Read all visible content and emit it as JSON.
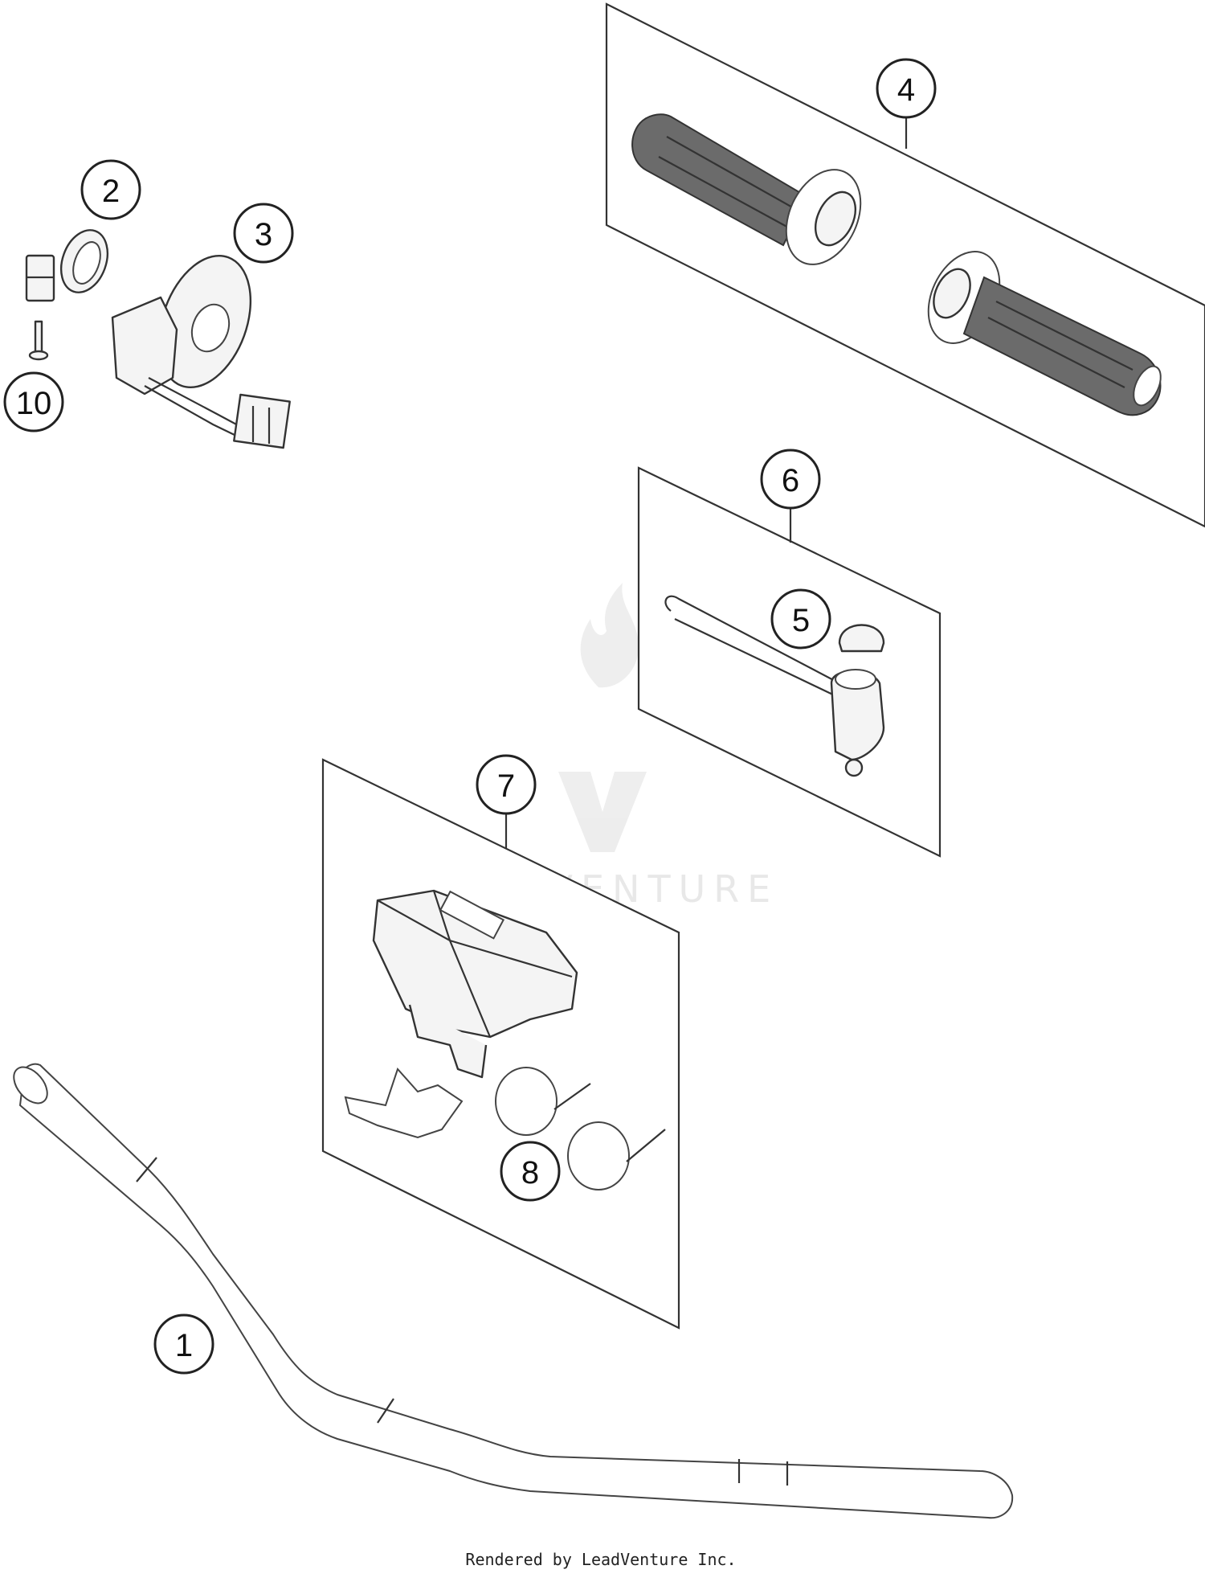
{
  "callouts": [
    {
      "id": "1",
      "label": "1"
    },
    {
      "id": "2",
      "label": "2"
    },
    {
      "id": "3",
      "label": "3"
    },
    {
      "id": "4",
      "label": "4"
    },
    {
      "id": "5",
      "label": "5"
    },
    {
      "id": "6",
      "label": "6"
    },
    {
      "id": "7",
      "label": "7"
    },
    {
      "id": "8",
      "label": "8"
    },
    {
      "id": "10",
      "label": "10"
    }
  ],
  "watermark": {
    "text": "LEADVENTURE"
  },
  "credit": {
    "text": "Rendered by LeadVenture Inc."
  }
}
